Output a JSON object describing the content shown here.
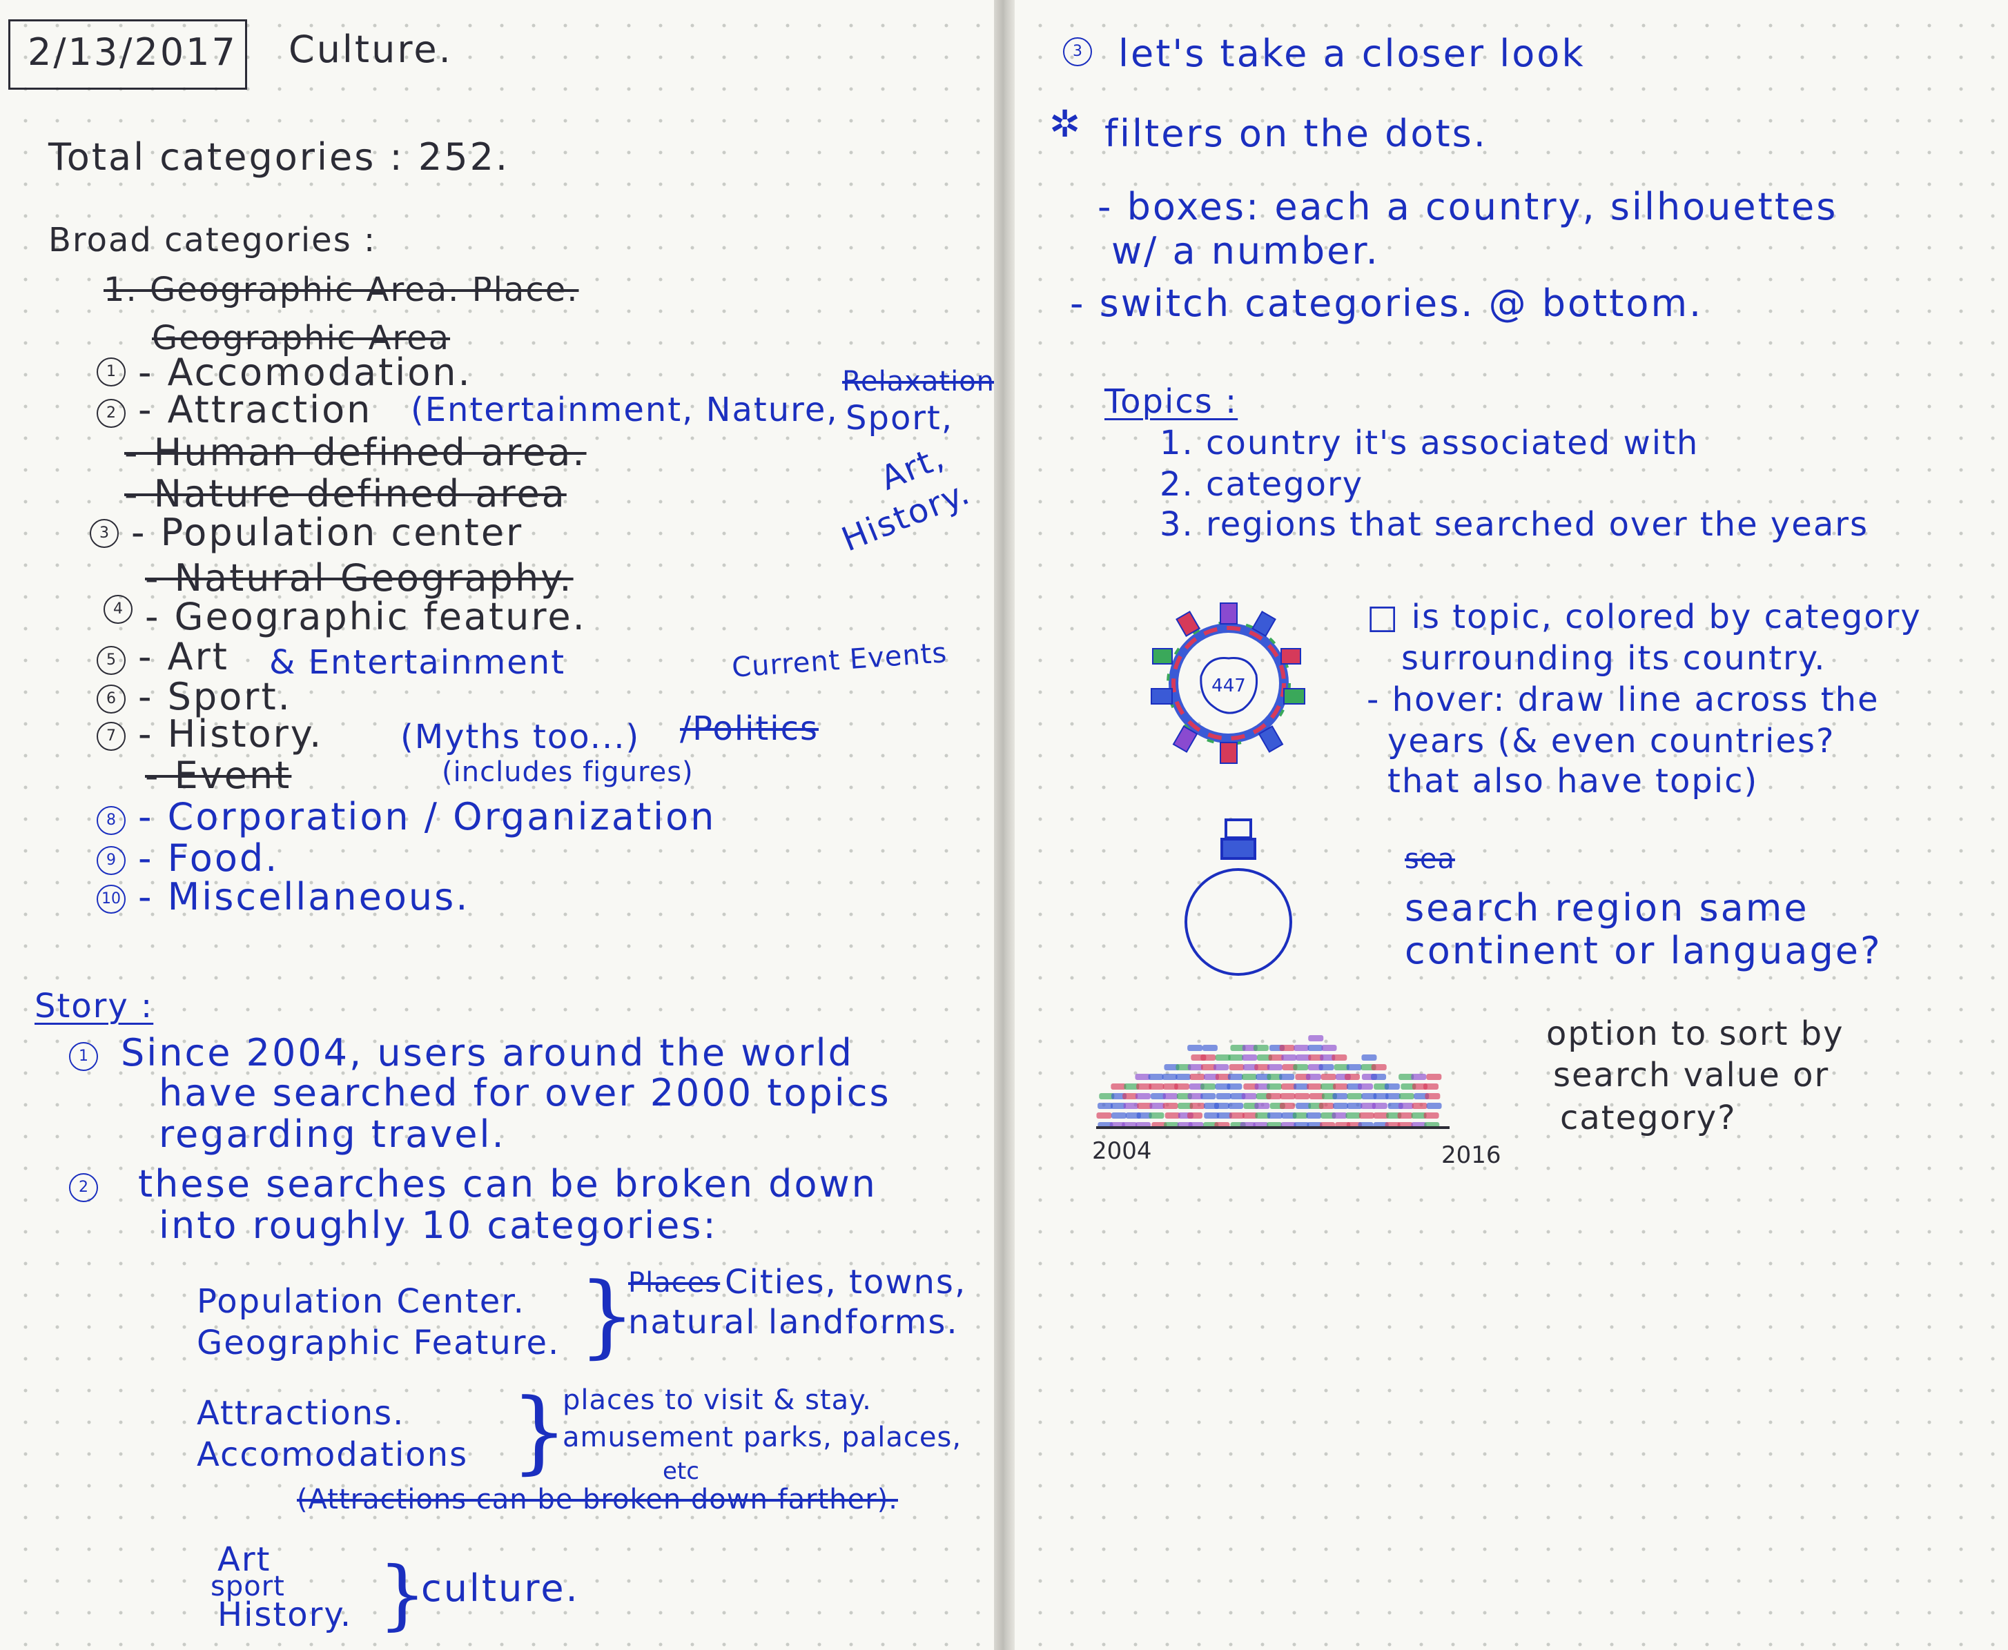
{
  "left": {
    "date": "2/13/2017",
    "heading": "Culture.",
    "total_label": "Total categories : 252.",
    "broad_label": "Broad categories :",
    "struck_1": "1. Geographic Area. Place.",
    "struck_2": "Geographic Area",
    "items": [
      {
        "num": "1",
        "text": "- Accomodation."
      },
      {
        "num": "2",
        "text": "- Attraction"
      },
      {
        "num": "3",
        "text": "- Population center"
      },
      {
        "num": "4",
        "text": "- Geographic feature."
      },
      {
        "num": "5",
        "text": "- Art"
      },
      {
        "num": "6",
        "text": "- Sport."
      },
      {
        "num": "7",
        "text": "- History."
      },
      {
        "num": "8",
        "text": "- Corporation / Organization"
      },
      {
        "num": "9",
        "text": "- Food."
      },
      {
        "num": "10",
        "text": "- Miscellaneous."
      }
    ],
    "attraction_note": "(Entertainment, Nature,",
    "attraction_struck": "Relaxation",
    "attraction_note_2": "Sport,",
    "attraction_note_3": "Art,",
    "attraction_note_4": "History.",
    "struck_human": "- Human defined area.",
    "struck_nature": "- Nature defined area",
    "struck_natgeo": "- Natural Geography.",
    "art_note": "& Entertainment",
    "current_events": "Current Events",
    "history_note": "(Myths too...)",
    "history_struck": "/Politics",
    "history_note_2": "(includes figures)",
    "struck_event": "- Event",
    "story_label": "Story :",
    "story_1": [
      "Since 2004, users around the world",
      "have searched for over 2000 topics",
      "regarding travel."
    ],
    "story_2": [
      "these searches can be broken down",
      "into roughly 10 categories:"
    ],
    "group_1_items": [
      "Population Center.",
      "Geographic Feature."
    ],
    "group_1_struck": "Places",
    "group_1_desc": [
      "Cities, towns,",
      "natural landforms."
    ],
    "group_2_items": [
      "Attractions.",
      "Accomodations"
    ],
    "group_2_desc": [
      "places to visit & stay.",
      "amusement parks, palaces,",
      "etc"
    ],
    "group_2_struck": "(Attractions can be broken down farther).",
    "group_3_items": [
      "Art",
      "sport",
      "History."
    ],
    "group_3_desc": "culture."
  },
  "right": {
    "step_3": "let's take a closer look",
    "star_note": "filters on the dots.",
    "boxes_note": [
      "- boxes: each a country, silhouettes",
      "w/ a number."
    ],
    "switch_note": "- switch categories. @ bottom.",
    "topics_label": "Topics :",
    "topics": [
      "1. country it's associated with",
      "2. category",
      "3. regions that searched over the years"
    ],
    "glyph_number": "447",
    "box_note": [
      "□ is topic, colored by category",
      "surrounding its country."
    ],
    "hover_note": [
      "- hover: draw line across the",
      "years (& even countries?",
      "that also have topic)"
    ],
    "search_struck": "sea",
    "search_note": [
      "search region same",
      "continent or language?"
    ],
    "sort_note": [
      "option to sort by",
      "search value or",
      "category?"
    ],
    "axis_start": "2004",
    "axis_end": "2016"
  },
  "colors": {
    "paper": "#f8f8f4",
    "dots": "#c9cbc6",
    "pencil_ink": "#2c2c36",
    "blue_ink": "#1b2fbf",
    "mark_red": "#d63a5a",
    "mark_green": "#3aa85a",
    "mark_blue": "#3a5ad6",
    "mark_purple": "#8a4ad0"
  }
}
